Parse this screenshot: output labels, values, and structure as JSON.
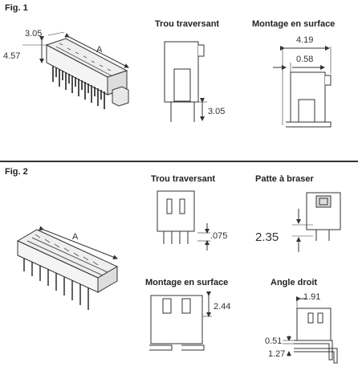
{
  "fig1": {
    "label": "Fig. 1",
    "connector": {
      "dim_width": "3.05",
      "dim_height": "4.57",
      "dim_length": "A"
    },
    "through_hole": {
      "title": "Trou traversant",
      "dim_pin": "3.05"
    },
    "surface_mount": {
      "title": "Montage en surface",
      "dim_overall": "4.19",
      "dim_step": "0.58"
    }
  },
  "fig2": {
    "label": "Fig. 2",
    "connector": {
      "dim_length": "A"
    },
    "through_hole": {
      "title": "Trou traversant",
      "dim_pin": ".075"
    },
    "solder_tab": {
      "title": "Patte à braser",
      "dim_tab": "2.35"
    },
    "surface_mount": {
      "title": "Montage en surface",
      "dim_height": "2.44"
    },
    "right_angle": {
      "title": "Angle droit",
      "dim_offset": "1.91",
      "dim_thickness": "0.51",
      "dim_pitch": "1.27"
    }
  }
}
